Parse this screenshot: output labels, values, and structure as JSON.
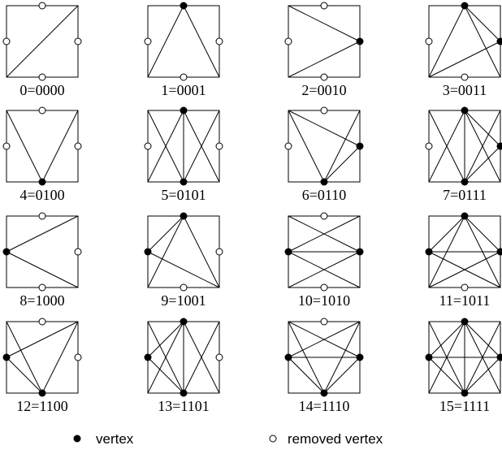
{
  "cells": [
    {
      "label": "0=0000",
      "code": "0000"
    },
    {
      "label": "1=0001",
      "code": "0001"
    },
    {
      "label": "2=0010",
      "code": "0010"
    },
    {
      "label": "3=0011",
      "code": "0011"
    },
    {
      "label": "4=0100",
      "code": "0100"
    },
    {
      "label": "5=0101",
      "code": "0101"
    },
    {
      "label": "6=0110",
      "code": "0110"
    },
    {
      "label": "7=0111",
      "code": "0111"
    },
    {
      "label": "8=1000",
      "code": "1000"
    },
    {
      "label": "9=1001",
      "code": "1001"
    },
    {
      "label": "10=1010",
      "code": "1010"
    },
    {
      "label": "11=1011",
      "code": "1011"
    },
    {
      "label": "12=1100",
      "code": "1100"
    },
    {
      "label": "13=1101",
      "code": "1101"
    },
    {
      "label": "14=1110",
      "code": "1110"
    },
    {
      "label": "15=1111",
      "code": "1111"
    }
  ],
  "legend": {
    "vertex_label": "vertex",
    "removed_label": "removed vertex"
  },
  "colors": {
    "stroke": "#000000",
    "vertex_fill": "#000000",
    "removed_fill": "#ffffff"
  }
}
